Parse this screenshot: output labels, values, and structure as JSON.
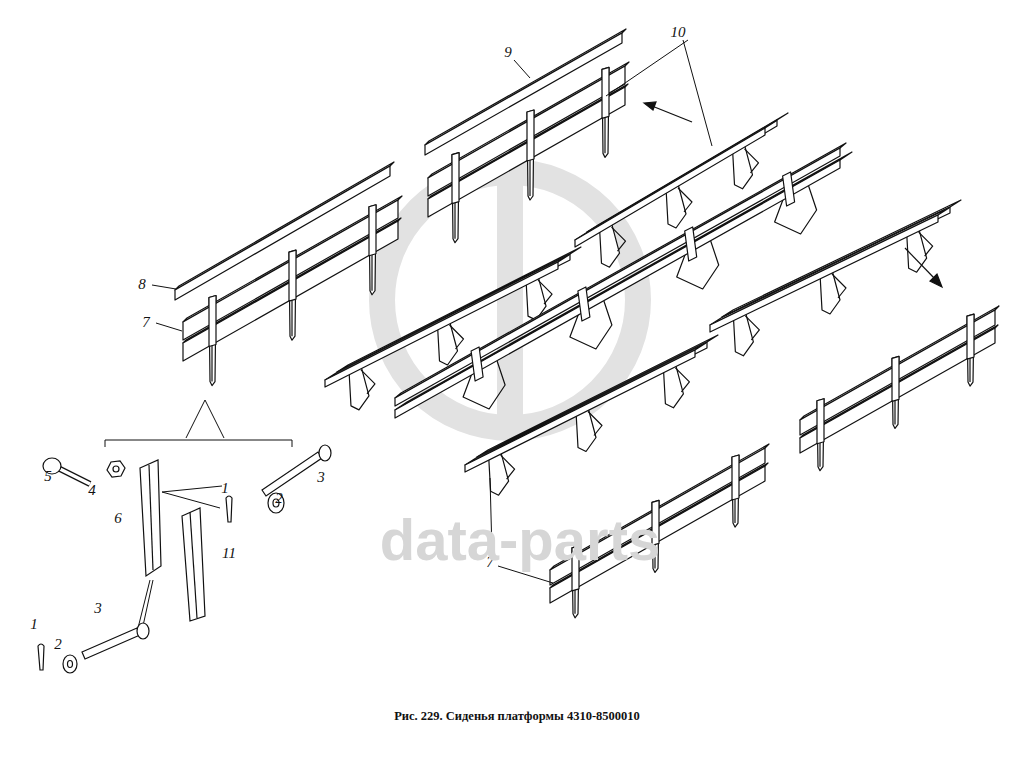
{
  "diagram": {
    "caption": "Рис. 229. Сиденья платформы 4310-8500010",
    "labels": [
      "10",
      "9",
      "8",
      "7",
      "5",
      "4",
      "6",
      "1",
      "11",
      "2",
      "3",
      "3",
      "1",
      "2",
      "7",
      "data-parts"
    ]
  }
}
